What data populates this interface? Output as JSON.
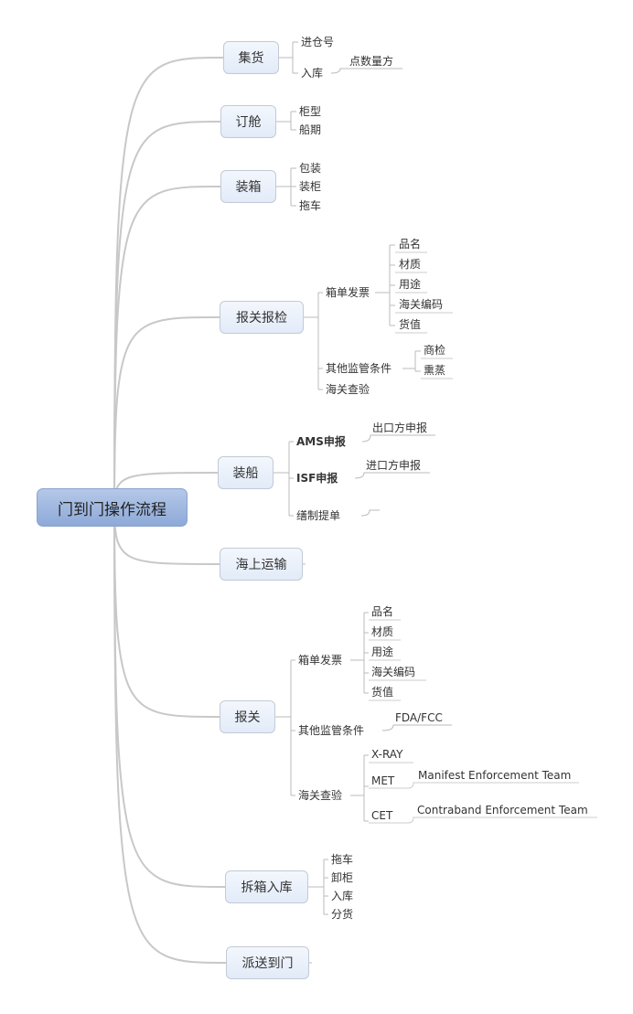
{
  "root": "门到门操作流程",
  "branches": {
    "jihuo": {
      "label": "集货",
      "children": [
        "进仓号",
        "入库"
      ],
      "sub": [
        "点数量方"
      ]
    },
    "dingcang": {
      "label": "订舱",
      "children": [
        "柜型",
        "船期"
      ]
    },
    "zhuangxiang": {
      "label": "装箱",
      "children": [
        "包装",
        "装柜",
        "拖车"
      ]
    },
    "baoguanbaojian": {
      "label": "报关报检",
      "children": [
        "箱单发票",
        "其他监管条件",
        "海关查验"
      ],
      "invoice_items": [
        "品名",
        "材质",
        "用途",
        "海关编码",
        "货值"
      ],
      "supervision_items": [
        "商检",
        "熏蒸"
      ]
    },
    "zhuangchuan": {
      "label": "装船",
      "children": [
        "AMS申报",
        "ISF申报",
        "缮制提单"
      ],
      "sub": [
        "出口方申报",
        "进口方申报"
      ]
    },
    "haishang": {
      "label": "海上运输"
    },
    "baoguan": {
      "label": "报关",
      "children": [
        "箱单发票",
        "其他监管条件",
        "海关查验"
      ],
      "invoice_items": [
        "品名",
        "材质",
        "用途",
        "海关编码",
        "货值"
      ],
      "supervision_items": [
        "FDA/FCC"
      ],
      "inspection_items": [
        "X-RAY",
        "MET",
        "CET"
      ],
      "inspection_sub": [
        "Manifest Enforcement Team",
        "Contraband Enforcement Team"
      ]
    },
    "chaixiang": {
      "label": "拆箱入库",
      "children": [
        "拖车",
        "卸柜",
        "入库",
        "分货"
      ]
    },
    "paisong": {
      "label": "派送到门"
    }
  }
}
